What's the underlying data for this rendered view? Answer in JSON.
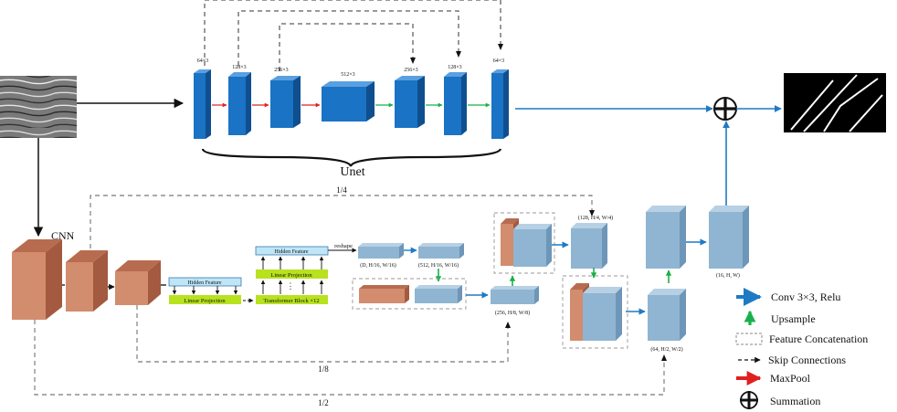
{
  "unet": {
    "title": "Unet",
    "channels": [
      "64×3",
      "128×3",
      "256×3",
      "512×3",
      "256×3",
      "128×3",
      "64×3"
    ]
  },
  "cnn": {
    "label": "CNN",
    "hidden_feature": "Hidden Feature",
    "linear_projection": "Linear Projection",
    "transformer_block": "Transformer Block ×12",
    "reshape": "reshape"
  },
  "dims": {
    "d16": "(D, H/16, W/16)",
    "c512": "(512, H/16, W/16)",
    "c256": "(256, H/8, W/8)",
    "c128": "(128, H/4, W/4)",
    "c64": "(64, H/2, W/2)",
    "c16": "(16, H, W)"
  },
  "skips": {
    "quarter": "1/4",
    "eighth": "1/8",
    "half": "1/2"
  },
  "legend": {
    "conv": "Conv 3×3, Relu",
    "upsample": "Upsample",
    "concat": "Feature Concatenation",
    "skip": "Skip Connections",
    "maxpool": "MaxPool",
    "sum": "Summation"
  },
  "colors": {
    "unet_block": "#1a73c4",
    "tan_block": "#d28c6e",
    "steel_block": "#8fb5d2",
    "lime": "#b8e21e",
    "light_blue": "#bfe6f7",
    "conv_arrow": "#1f7ac4",
    "upsample_arrow": "#18b04a",
    "maxpool_arrow": "#e02020"
  }
}
